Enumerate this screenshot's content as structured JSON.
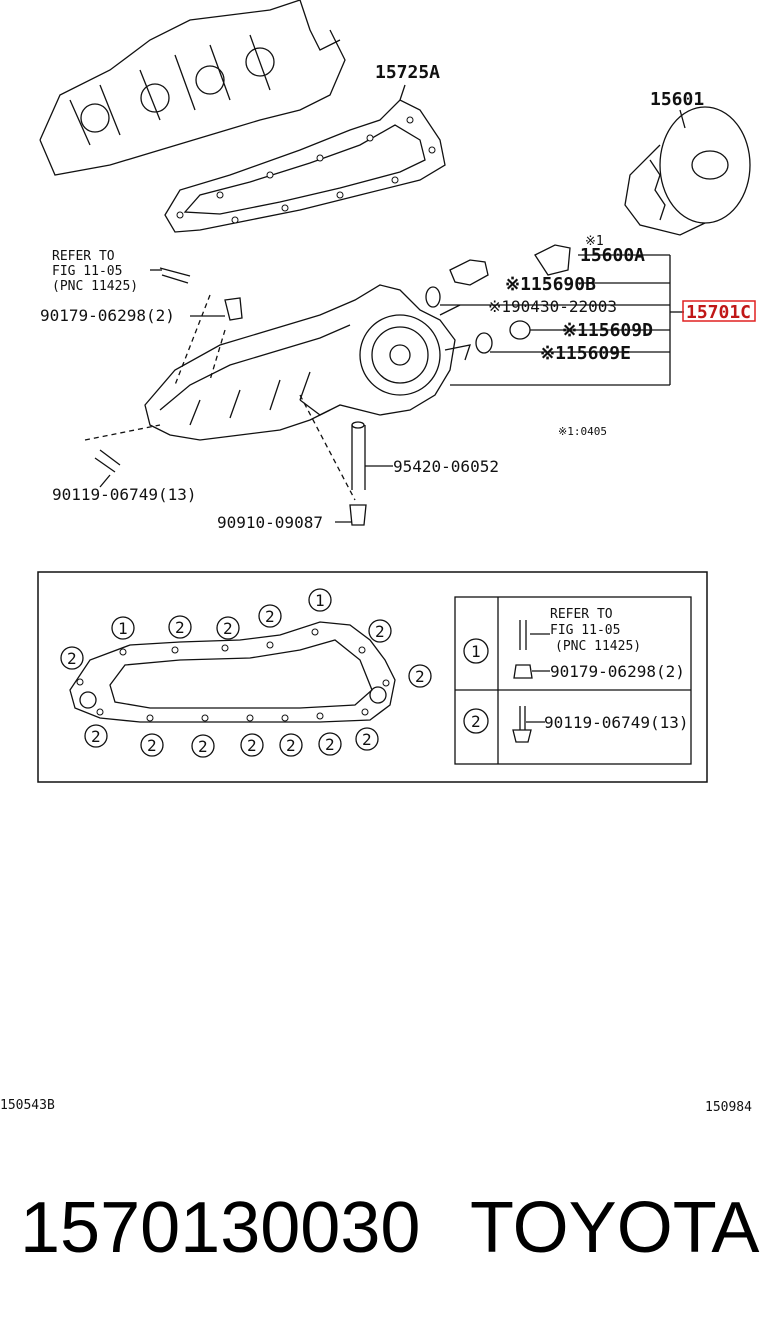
{
  "parts": {
    "p15725A": "15725A",
    "p15601": "15601",
    "p15600A": "15600A",
    "star1_note": "※1",
    "p15690B": "※115690B",
    "p90430": "※190430-22003",
    "p15701C": "15701C",
    "p15609D": "※115609D",
    "p15609E": "※115609E",
    "p95420": "95420-06052",
    "p90909": "90910-09087",
    "p90179": "90179-06298(2)",
    "p90119": "90119-06749(13)",
    "date_note": "※1:0405",
    "refer_line1": "REFER TO",
    "refer_line2": "FIG 11-05",
    "refer_line3": "(PNC 11425)"
  },
  "bolt_table": {
    "row1_num": "1",
    "row1_ref1": "REFER TO",
    "row1_ref2": "FIG 11-05",
    "row1_ref3": "(PNC 11425)",
    "row1_part": "90179-06298(2)",
    "row2_num": "2",
    "row2_part": "90119-06749(13)"
  },
  "gasket_numbers": {
    "one": "1",
    "two": "2"
  },
  "footer": {
    "code_left": "150543B",
    "code_right": "150984",
    "part_number": "1570130030",
    "brand": "TOYOTA"
  },
  "colors": {
    "highlight": "#e02020"
  }
}
